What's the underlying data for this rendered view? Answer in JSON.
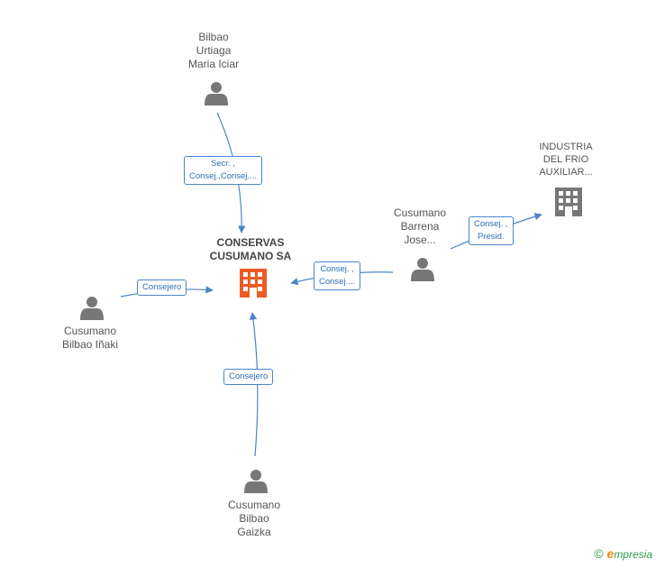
{
  "colors": {
    "edge": "#4a86c8",
    "person": "#777777",
    "company_main": "#ee5a24",
    "company": "#777777"
  },
  "nodes": {
    "main": {
      "label": [
        "CONSERVAS",
        "CUSUMANO SA"
      ],
      "icon": "building-icon"
    },
    "bilbao_urtiaga": {
      "label": [
        "Bilbao",
        "Urtiaga",
        "Maria Iciar"
      ],
      "icon": "person-icon"
    },
    "industria": {
      "label": [
        "INDUSTRIA",
        "DEL FRIO",
        "AUXILIAR..."
      ],
      "icon": "building-icon"
    },
    "cusumano_barrena": {
      "label": [
        "Cusumano",
        "Barrena",
        "Jose..."
      ],
      "icon": "person-icon"
    },
    "cusumano_inaki": {
      "label": [
        "Cusumano",
        "Bilbao Iñaki"
      ],
      "icon": "person-icon"
    },
    "cusumano_gaizka": {
      "label": [
        "Cusumano",
        "Bilbao",
        "Gaizka"
      ],
      "icon": "person-icon"
    }
  },
  "edges": {
    "urtiaga_main": [
      "Secr. ,",
      "Consej.,Consej...."
    ],
    "barrena_industria": [
      "Consej. ,",
      "Presid."
    ],
    "barrena_main": [
      "Consej. ,",
      "Consej...."
    ],
    "inaki_main": [
      "Consejero"
    ],
    "gaizka_main": [
      "Consejero"
    ]
  },
  "footer": {
    "copyright": "©",
    "brand_initial": "e",
    "brand_rest": "mpresia"
  }
}
